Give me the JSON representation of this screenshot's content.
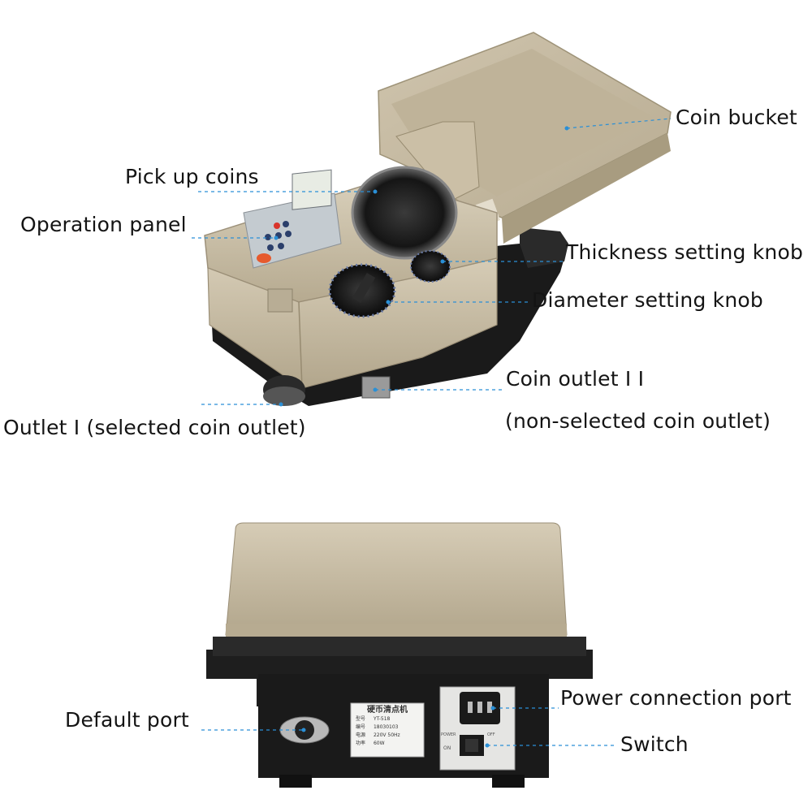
{
  "labels": {
    "coin_bucket": "Coin bucket",
    "pick_up_coins": "Pick up coins",
    "operation_panel": "Operation panel",
    "thickness_knob": "Thickness setting knob",
    "diameter_knob": "Diameter setting knob",
    "outlet_2_line1": "Coin outlet I I",
    "outlet_2_line2": "(non-selected coin outlet)",
    "outlet_1": "Outlet I (selected coin outlet)",
    "power_port": "Power connection port",
    "default_port": "Default port",
    "switch": "Switch"
  },
  "nameplate": {
    "title": "硬币清点机",
    "rows": [
      {
        "k": "型号",
        "v": "YT-518"
      },
      {
        "k": "编号",
        "v": "18030103"
      },
      {
        "k": "电源",
        "v": "220V 50Hz"
      },
      {
        "k": "功率",
        "v": "60W"
      }
    ]
  },
  "switch_text": {
    "off": "OFF",
    "on": "ON",
    "power": "POWER"
  },
  "colors": {
    "housing": "#c8bca4",
    "housing_dark": "#a99c82",
    "base": "#1c1c1c",
    "leader": "#2a8fd6"
  }
}
